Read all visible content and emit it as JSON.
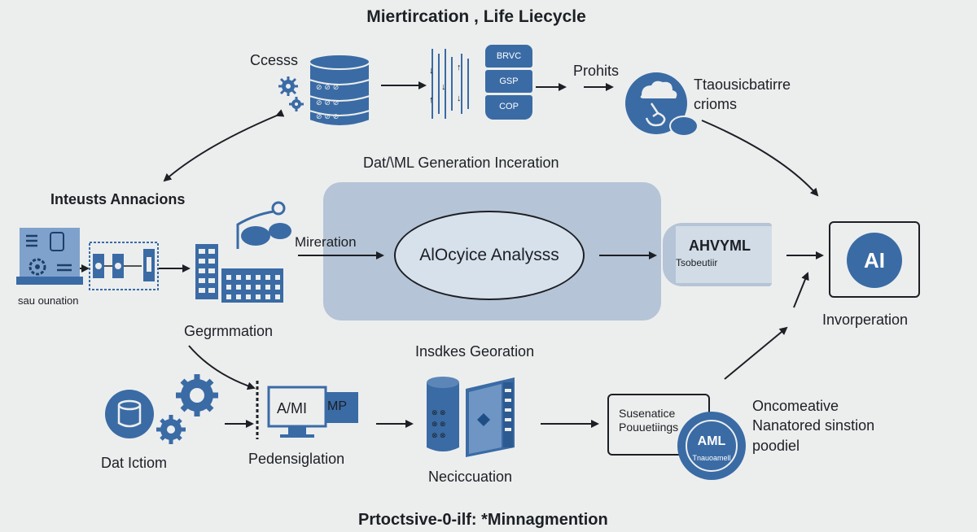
{
  "title": "Miertircation , Life Liecycle",
  "subtitle": "Dat/\\ML Generation Inceration",
  "footer": "Prtoctsive-0-ilf: *Minnagmention",
  "nodes": {
    "ccess": {
      "label": "Ccesss"
    },
    "db_labels": {
      "l1": "BRVC",
      "l2": "GSP",
      "l3": "COP"
    },
    "prohits": {
      "label": "Prohits"
    },
    "trans": {
      "line1": "Ttaousicbatirre",
      "line2": "crioms"
    },
    "intents": {
      "label": "Inteusts Annacions"
    },
    "sau": {
      "label": "sau ounation"
    },
    "germ": {
      "label": "Gegrmmation"
    },
    "mireration": {
      "label": "Mireration"
    },
    "core": {
      "label": "AlOcyice Analysss"
    },
    "ahvml": {
      "label": "AHVYML",
      "sub": "Tsobeutiir"
    },
    "ai": {
      "label": "AI"
    },
    "invorp": {
      "label": "Invorperation"
    },
    "insdkes": {
      "label": "Insdkes Georation"
    },
    "dat": {
      "label": "Dat Ictiom"
    },
    "aml_box": {
      "label1": "A/MI",
      "label2": "MP"
    },
    "peden": {
      "label": "Pedensiglation"
    },
    "neci": {
      "label": "Neciccuation"
    },
    "susen": {
      "line1": "Susenatice",
      "line2": "Pouuetiings"
    },
    "aml_badge": {
      "label": "AML",
      "sub": "Tnauoamell"
    },
    "oncom": {
      "line1": "Oncomeative",
      "line2": "Nanatored sinstion",
      "line3": "poodiel"
    }
  },
  "colors": {
    "accent": "#3a6ba5",
    "accent_light": "#7fa2cc",
    "panel": "#b5c4d6",
    "background": "#eceeee",
    "text": "#1c1f24"
  }
}
